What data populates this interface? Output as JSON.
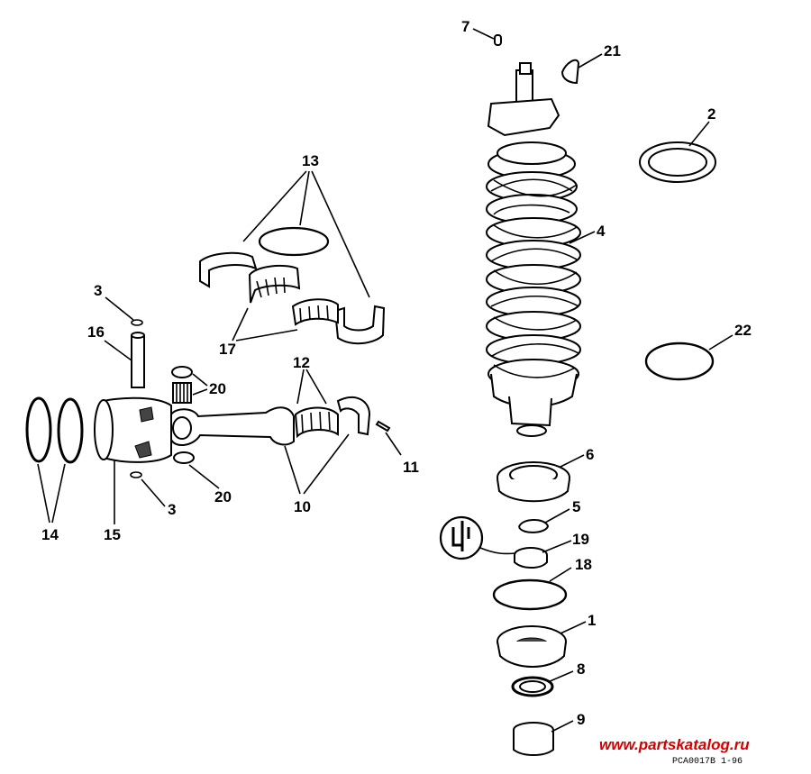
{
  "callouts": {
    "c1": "1",
    "c2": "2",
    "c3a": "3",
    "c3b": "3",
    "c4": "4",
    "c5": "5",
    "c6": "6",
    "c7": "7",
    "c8": "8",
    "c9": "9",
    "c10": "10",
    "c11": "11",
    "c12": "12",
    "c13": "13",
    "c14": "14",
    "c15": "15",
    "c16": "16",
    "c17": "17",
    "c18": "18",
    "c19": "19",
    "c20a": "20",
    "c20b": "20",
    "c21": "21",
    "c22": "22"
  },
  "watermark": "www.partskatalog.ru",
  "drawing_code": "PCA0017B  1-96",
  "icons": [
    "lubricant-symbol-icon"
  ]
}
